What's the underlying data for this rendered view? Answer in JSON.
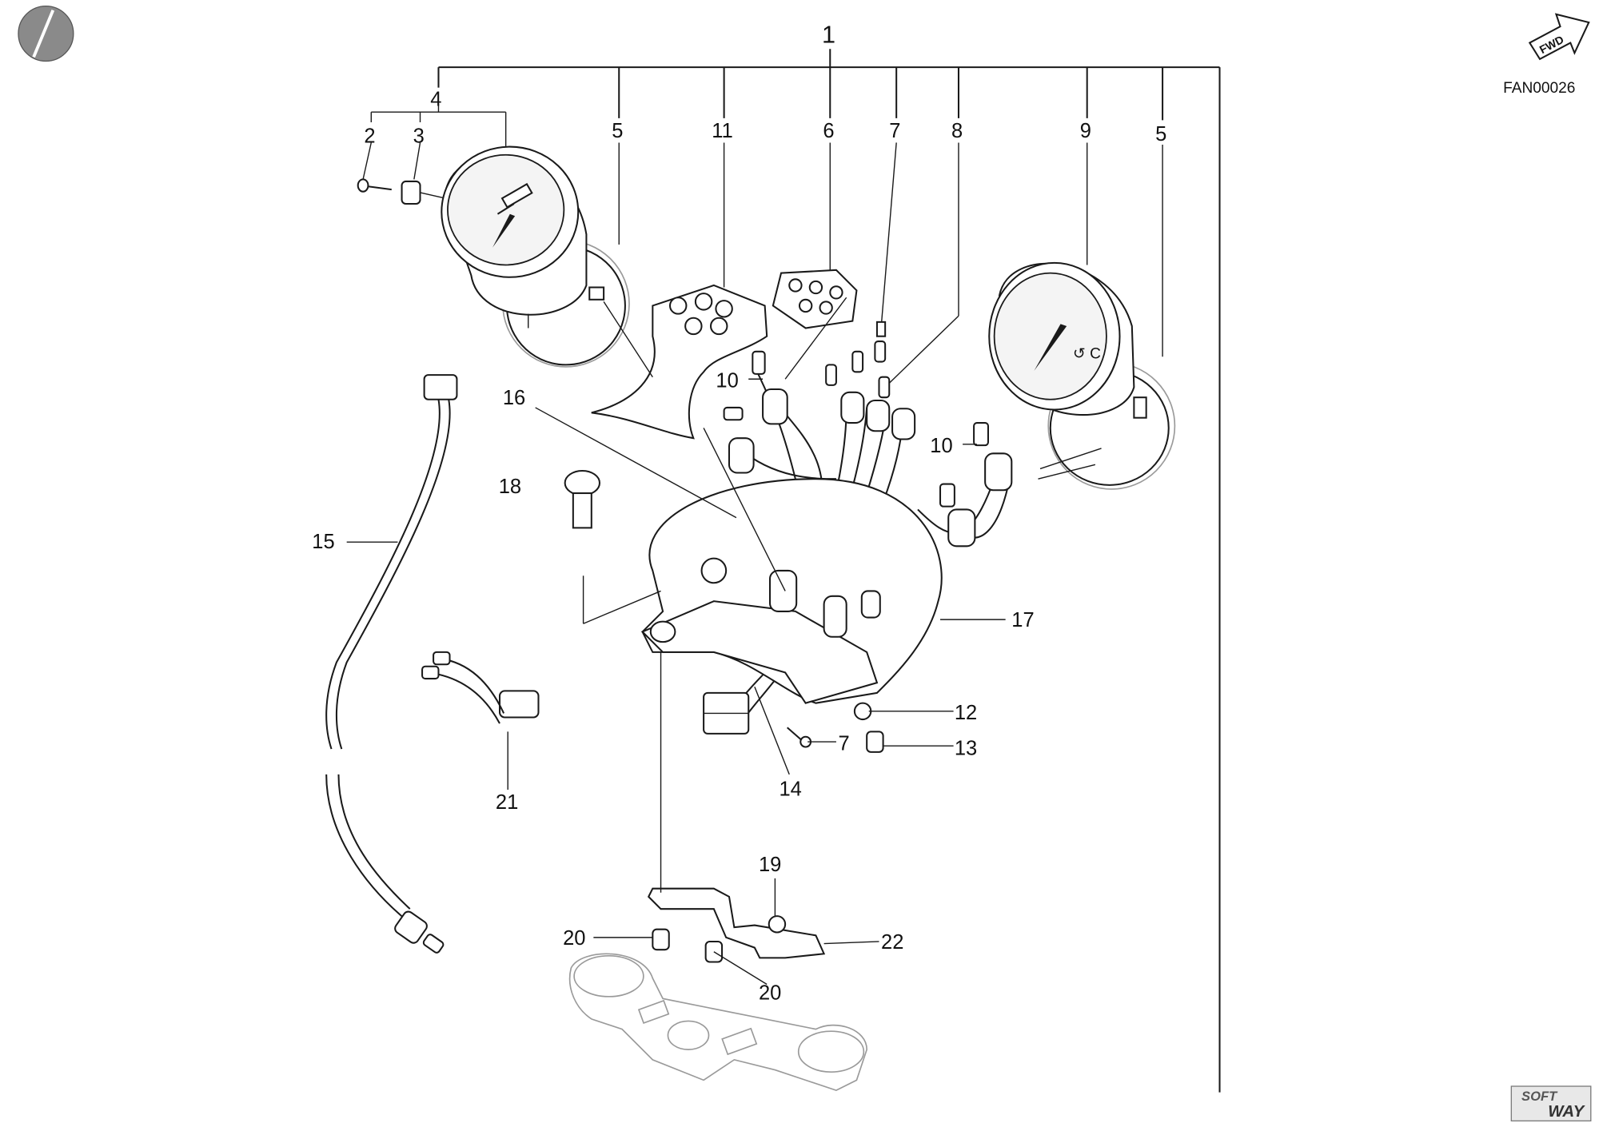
{
  "figure_code": "FAN00026",
  "direction_arrow": {
    "label": "FWD",
    "icon": "forward-arrow-icon"
  },
  "logo": {
    "text_top": "SOFT",
    "text_bottom": "WAY",
    "icon": "softway-logo"
  },
  "assembly_label": "1",
  "part_labels": {
    "p2": "2",
    "p3": "3",
    "p4": "4",
    "p5a": "5",
    "p5b": "5",
    "p6": "6",
    "p7a": "7",
    "p7b": "7",
    "p8": "8",
    "p9": "9",
    "p10a": "10",
    "p10b": "10",
    "p11": "11",
    "p12": "12",
    "p13": "13",
    "p14": "14",
    "p15": "15",
    "p16": "16",
    "p17": "17",
    "p18": "18",
    "p19": "19",
    "p20a": "20",
    "p20b": "20",
    "p21": "21",
    "p22": "22"
  }
}
